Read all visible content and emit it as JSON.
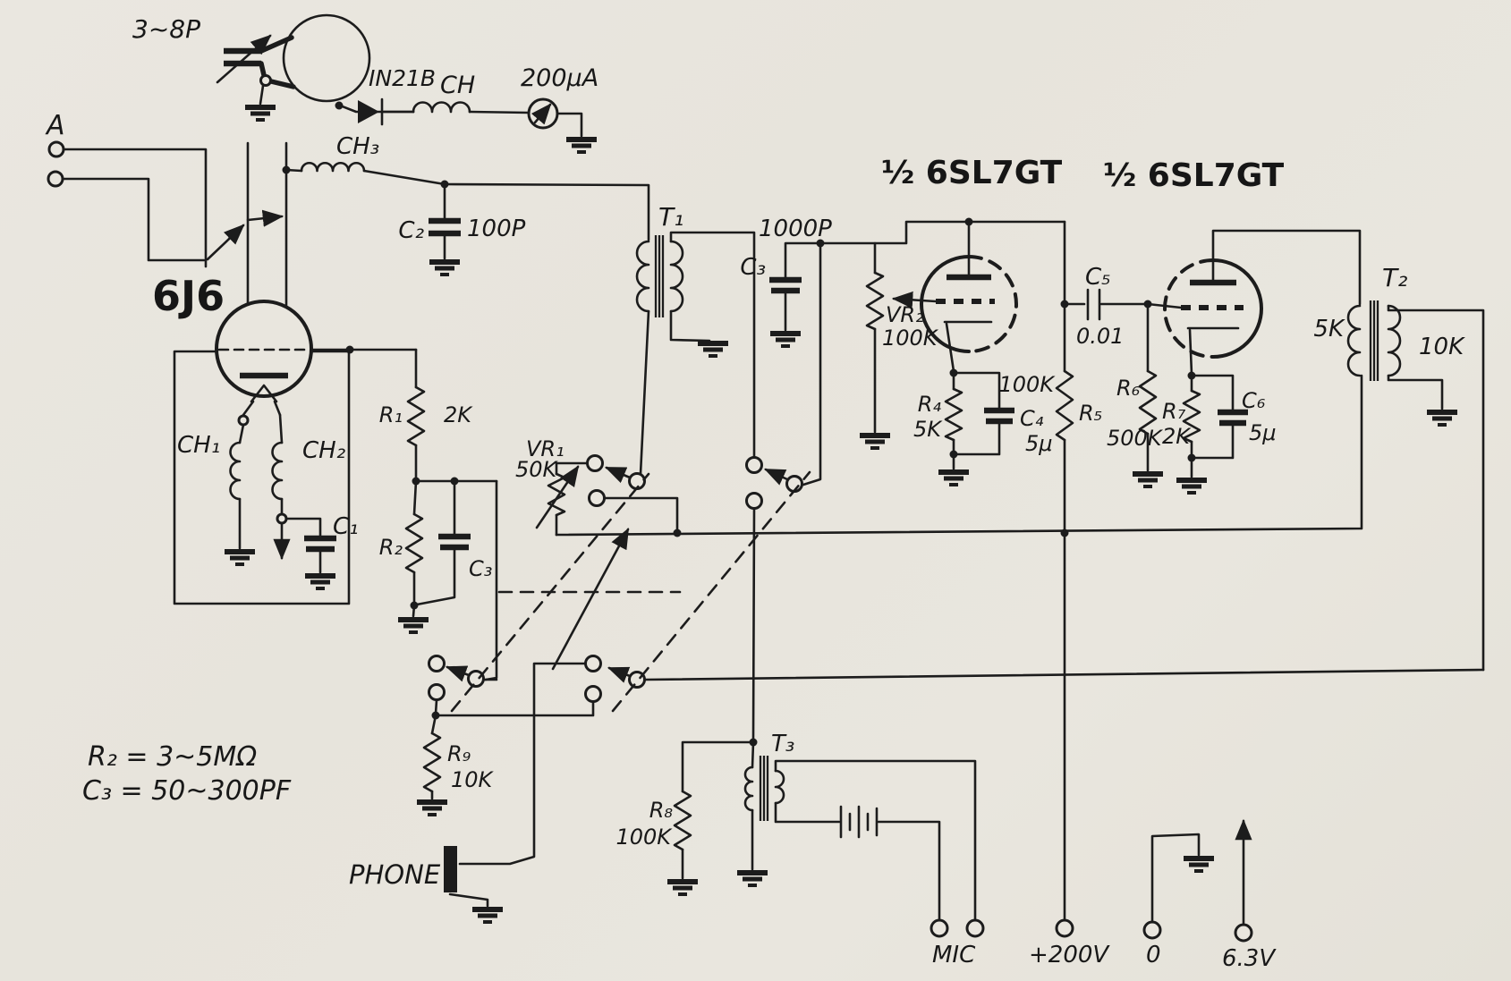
{
  "schematic": {
    "antenna": {
      "label": "A"
    },
    "wavemeter": {
      "trimmer": "3~8P",
      "diode": "IN21B",
      "choke": "CH",
      "meter": "200μA"
    },
    "detector": {
      "tube": "6J6",
      "ch3": "CH₃",
      "c2": "C₂",
      "c2_val": "100P",
      "ch1": "CH₁",
      "ch2": "CH₂",
      "c1": "C₁",
      "r1": "R₁",
      "r1_val": "2K",
      "r2": "R₂",
      "c3": "C₃",
      "vr1": "VR₁",
      "vr1_val": "50K"
    },
    "amplifier": {
      "tube1": "½ 6SL7GT",
      "tube2": "½ 6SL7GT",
      "t1": "T₁",
      "c3_val": "1000P",
      "c3": "C₃",
      "vr2": "VR₂",
      "vr2_val": "100K",
      "r4": "R₄",
      "r4_val": "5K",
      "c4": "C₄",
      "c4_val": "5μ",
      "r5": "R₅",
      "r5_val": "100K",
      "r6": "R₆",
      "r6_val": "500K",
      "c5": "C₅",
      "c5_val": "0.01",
      "r7": "R₇",
      "r7_val": "2K",
      "c6": "C₆",
      "c6_val": "5μ",
      "t2": "T₂",
      "t2_pri": "5K",
      "t2_sec": "10K"
    },
    "audio": {
      "r9": "R₉",
      "r9_val": "10K",
      "phone": "PHONE",
      "r8": "R₈",
      "r8_val": "100K",
      "t3": "T₃"
    },
    "terminals": {
      "mic": "MIC",
      "plus200v": "+200V",
      "zero": "0",
      "heater": "6.3V"
    },
    "notes": {
      "r2_range": "R₂ = 3~5MΩ",
      "c3_range": "C₃ = 50~300PF"
    }
  }
}
